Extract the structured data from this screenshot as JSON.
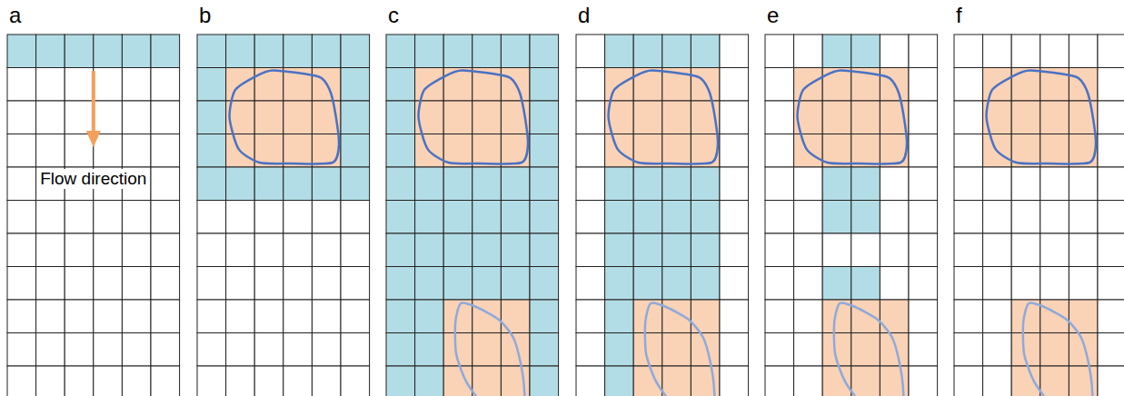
{
  "diagram": {
    "labels": [
      "a",
      "b",
      "c",
      "d",
      "e",
      "f",
      "Flow direction"
    ]
  }
}
